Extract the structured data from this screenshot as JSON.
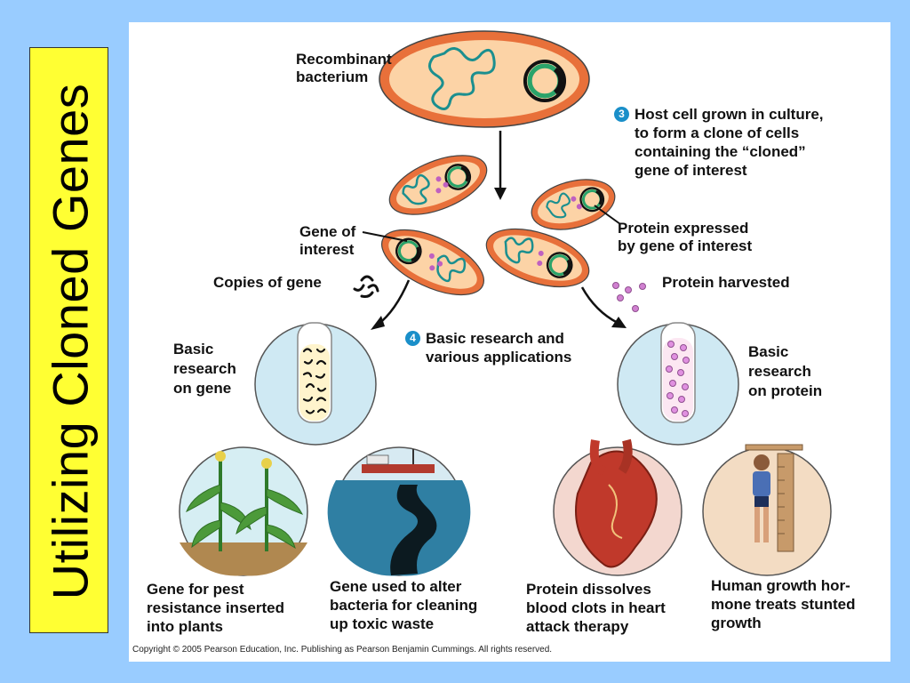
{
  "title": "Utilizing Cloned Genes",
  "labels": {
    "recombinant": "Recombinant\nbacterium",
    "gene_of_interest": "Gene of\ninterest",
    "copies_of_gene": "Copies of gene",
    "protein_expressed": "Protein expressed\nby gene of interest",
    "protein_harvested": "Protein harvested",
    "basic_research_gene": "Basic\nresearch\non gene",
    "basic_research_protein": "Basic\nresearch\non protein"
  },
  "steps": {
    "step3": {
      "num": "3",
      "text": "Host cell grown in culture,\nto form a clone of cells\ncontaining the “cloned”\ngene of interest"
    },
    "step4": {
      "num": "4",
      "text": "Basic research and\nvarious applications"
    }
  },
  "captions": [
    "Gene for pest\nresistance inserted\ninto plants",
    "Gene used to alter\nbacteria for cleaning\nup toxic waste",
    "Protein dissolves\nblood clots in heart\nattack therapy",
    "Human growth hor-\nmone treats stunted\ngrowth"
  ],
  "copyright": "Copyright ©  2005 Pearson Education, Inc. Publishing as Pearson Benjamin Cummings. All rights reserved.",
  "colors": {
    "background": "#99ccff",
    "title_box": "#ffff33",
    "cell_outer": "#e8703a",
    "cell_inner": "#fcd3a6",
    "dna": "#1b8f8f",
    "protein": "#c060c0",
    "circle_fill": "#cfe9f3"
  }
}
